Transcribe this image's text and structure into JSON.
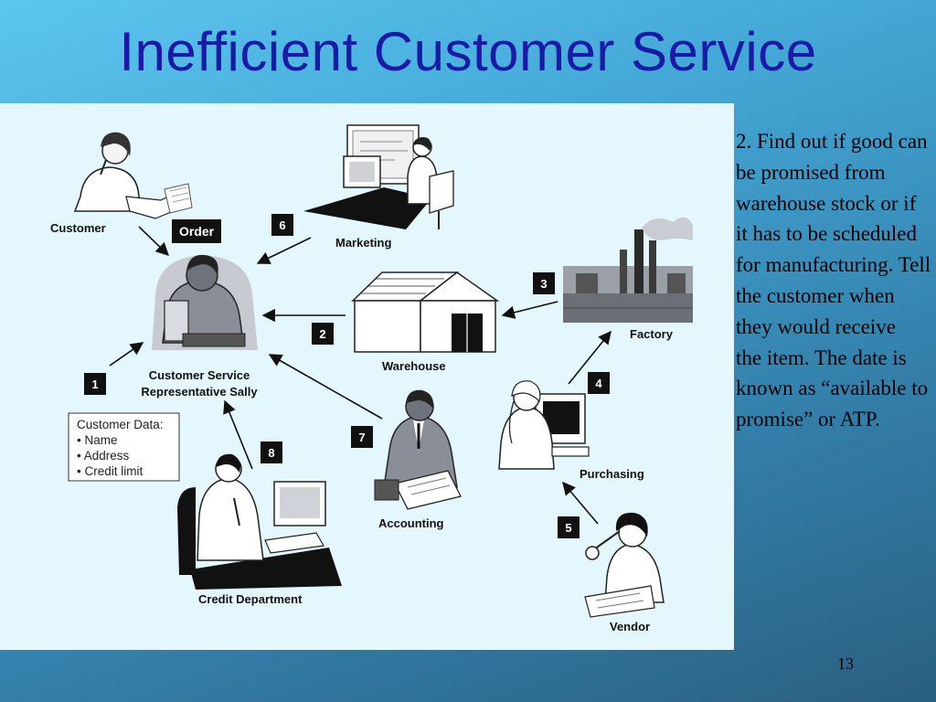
{
  "slide": {
    "title": "Inefficient Customer Service",
    "side_text": "2. Find out if good can be promised from warehouse stock or if it has to be scheduled for manufacturing. Tell the customer when they would receive\nthe item. The date is known as “available to promise” or ATP.",
    "page_number": "13"
  },
  "diagram": {
    "nodes": {
      "customer": "Customer",
      "order": "Order",
      "csr_line1": "Customer Service",
      "csr_line2": "Representative Sally",
      "marketing": "Marketing",
      "warehouse": "Warehouse",
      "factory": "Factory",
      "purchasing": "Purchasing",
      "vendor": "Vendor",
      "accounting": "Accounting",
      "credit_department": "Credit Department"
    },
    "steps": [
      "1",
      "2",
      "3",
      "4",
      "5",
      "6",
      "7",
      "8"
    ],
    "customer_data": {
      "title": "Customer Data:",
      "items": [
        "Name",
        "Address",
        "Credit limit"
      ]
    }
  },
  "colors": {
    "title": "#1a1aa6",
    "diagram_background": "#e4f7fc",
    "badge": "#111111"
  },
  "icons": [
    "customer-figure",
    "csr-figure",
    "marketing-figure",
    "warehouse-icon",
    "factory-icon",
    "purchasing-figure",
    "vendor-figure",
    "accounting-figure",
    "credit-department-figure"
  ]
}
